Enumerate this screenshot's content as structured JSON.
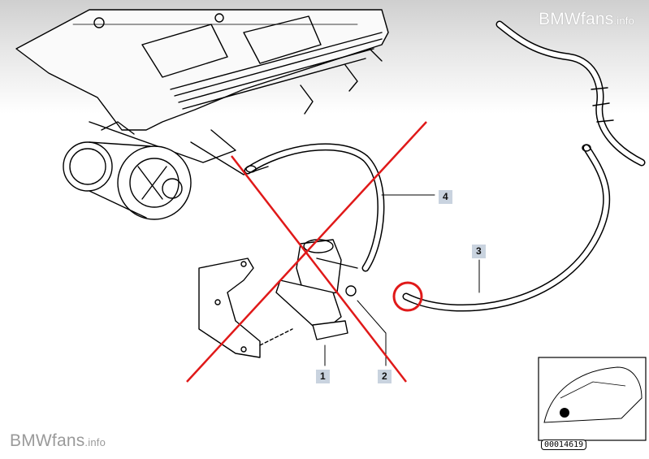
{
  "watermark": {
    "brand": "BMWfans",
    "suffix": ".info"
  },
  "callouts": [
    {
      "label": "1"
    },
    {
      "label": "2"
    },
    {
      "label": "3"
    },
    {
      "label": "4"
    }
  ],
  "inset": {
    "part_number": "00014619"
  },
  "colors": {
    "strike": "#e01919",
    "highlight_circle": "#e01919",
    "callout_bg": "#c9d3df"
  }
}
